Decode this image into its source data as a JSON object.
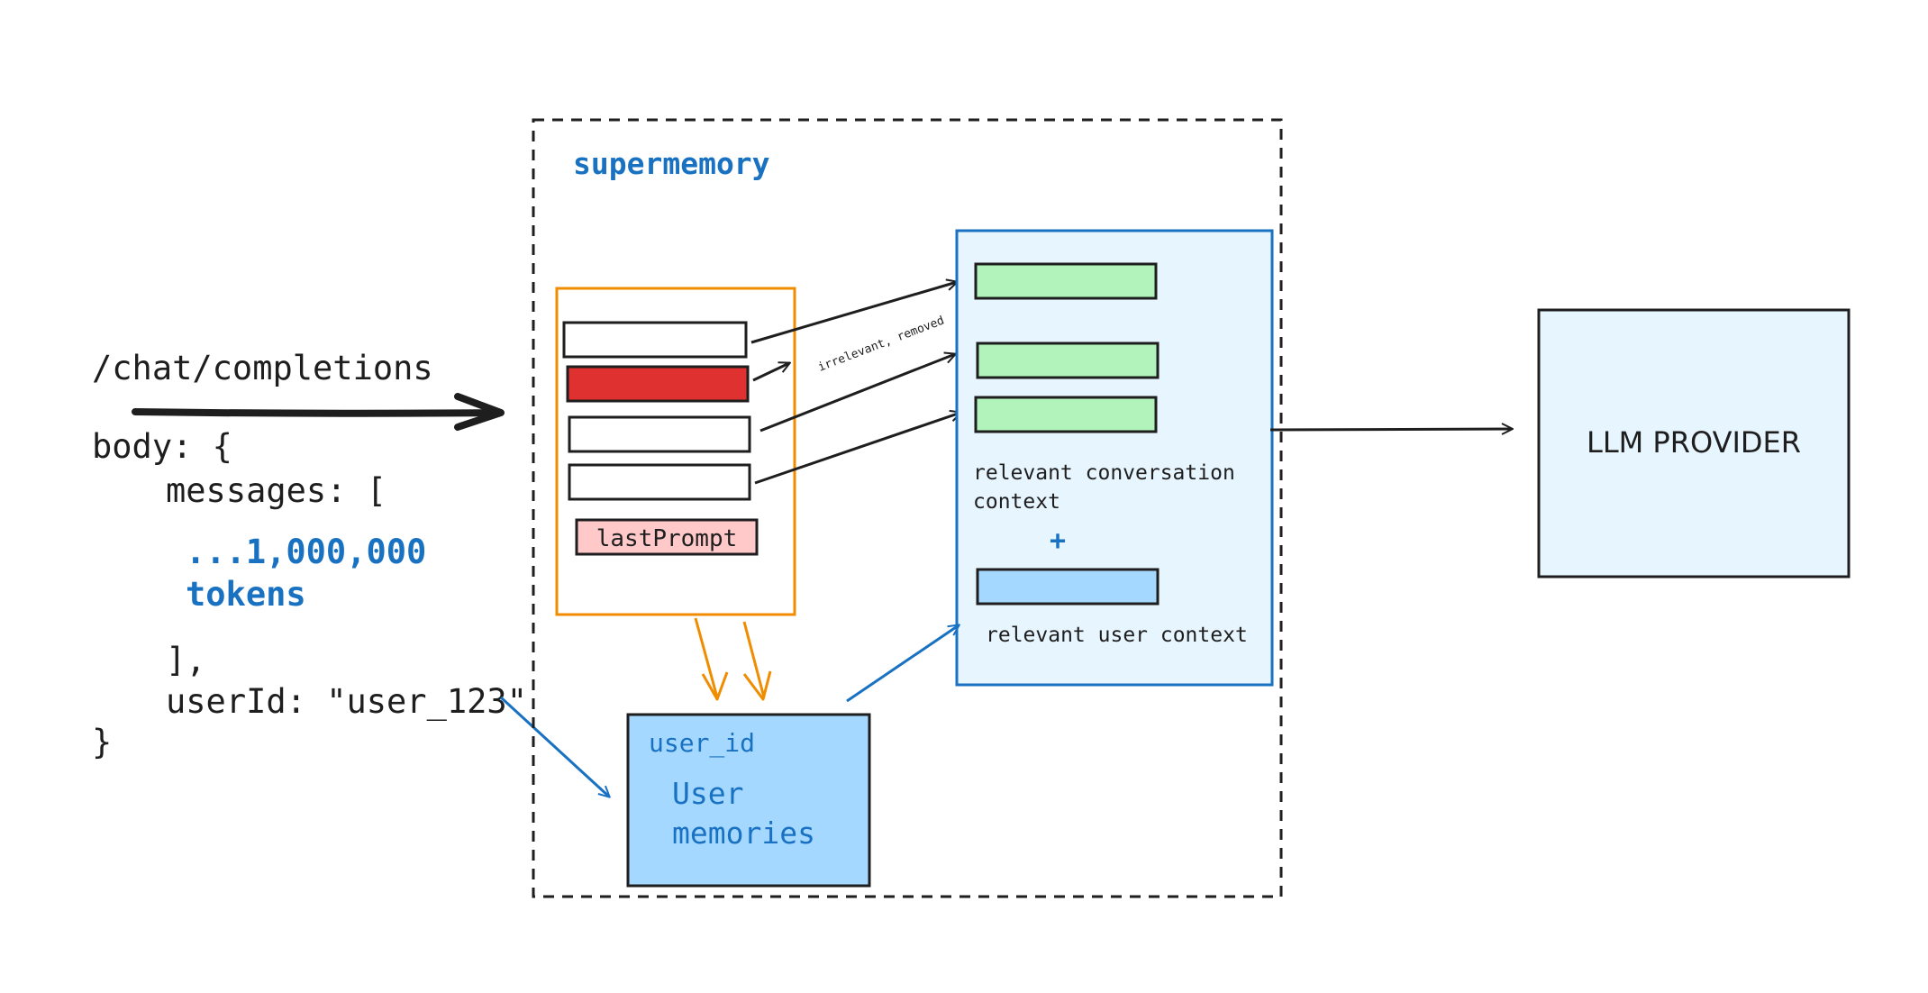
{
  "request": {
    "endpoint": "/chat/completions",
    "body_open": "body: {",
    "messages_open": "messages: [",
    "token_count": "...1,000,000",
    "token_word": "tokens",
    "messages_close": "],",
    "user_id_line": "userId: \"user_123\"",
    "body_close": "}"
  },
  "supermemory": {
    "title": "supermemory",
    "incoming_messages": {
      "last_prompt_label": "lastPrompt",
      "removed_note": "irrelevant, removed"
    },
    "context_panel": {
      "conversation_label_line1": "relevant conversation",
      "conversation_label_line2": "context",
      "plus_sign": "+",
      "user_context_label": "relevant user context"
    },
    "memory_store": {
      "key_label": "user_id",
      "title_line1": "User",
      "title_line2": "memories"
    }
  },
  "provider": {
    "label": "LLM PROVIDER"
  },
  "colors": {
    "ink": "#1e1e1e",
    "accent_blue": "#1971c2",
    "orange": "#f08c00",
    "removed_red": "#e03131",
    "prompt_pink": "#ffc9c9",
    "context_green": "#b2f2bb",
    "user_blue": "#a5d8ff",
    "panel_bg": "#e7f5ff",
    "provider_bg": "#e7f5ff"
  }
}
